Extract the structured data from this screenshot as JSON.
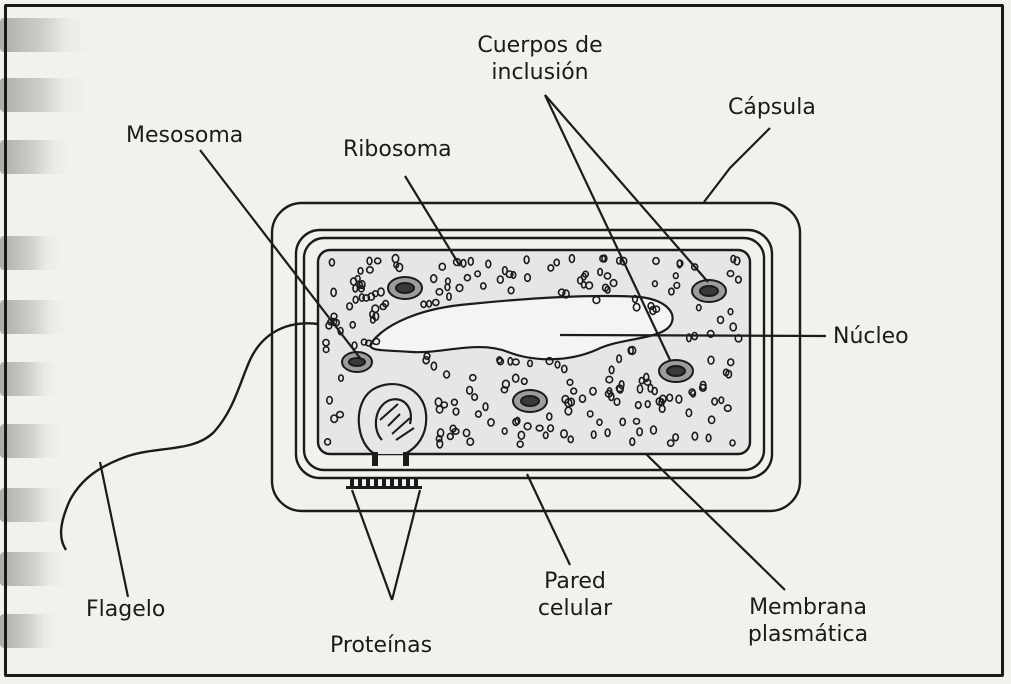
{
  "labels": {
    "cuerpos_line1": "Cuerpos de",
    "cuerpos_line2": "inclusión",
    "capsula": "Cápsula",
    "mesosoma": "Mesosoma",
    "ribosoma": "Ribosoma",
    "nucleo": "Núcleo",
    "flagelo": "Flagelo",
    "proteinas": "Proteínas",
    "pared_line1": "Pared",
    "pared_line2": "celular",
    "membrana_line1": "Membrana",
    "membrana_line2": "plasmática"
  },
  "colors": {
    "ink": "#1b1b1b",
    "paper": "#f2f1ec",
    "cytoplasm": "#e6e6e6"
  }
}
